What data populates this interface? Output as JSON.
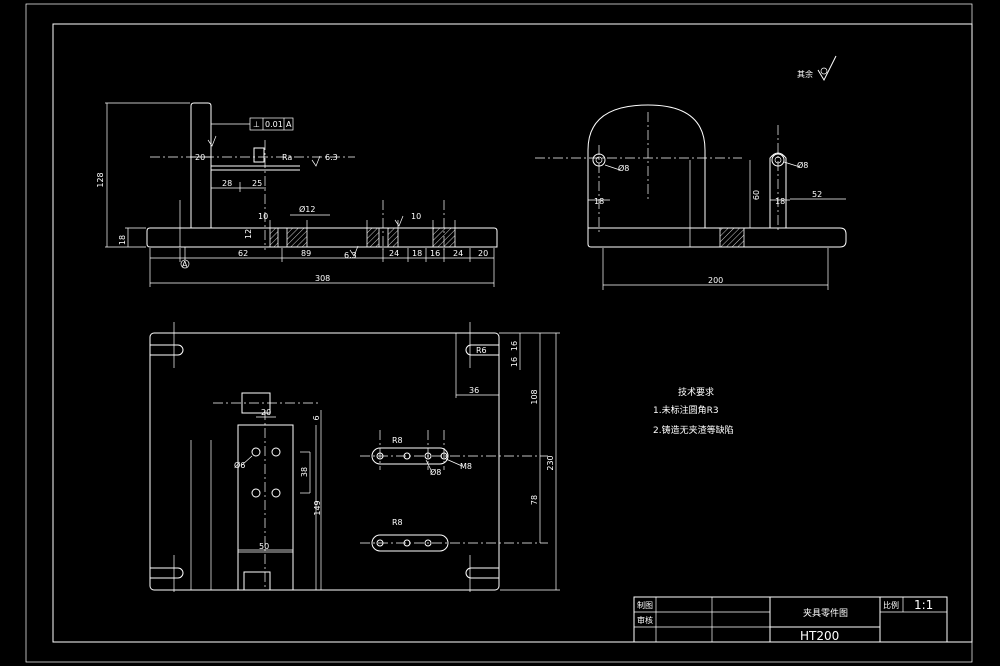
{
  "drawing": {
    "front_view": {
      "dims": {
        "overall_length": "308",
        "height": "128",
        "base_thickness": "18",
        "seg_62": "62",
        "seg_89": "89",
        "seg_24a": "24",
        "seg_18": "18",
        "seg_16": "16",
        "seg_24b": "24",
        "seg_20r": "20",
        "top_20": "20",
        "top_28": "28",
        "top_25": "25",
        "hole_12": "Ø12",
        "small_10": "10",
        "small_10b": "10",
        "rough_a": "Ra",
        "rough_b": "6.3"
      },
      "tolerance_frame": {
        "symbol": "⊥",
        "value": "0.01",
        "datum": "A"
      },
      "datum_label": "A",
      "rough_mark": "6.3"
    },
    "side_view": {
      "dims": {
        "width": "200",
        "height": "60",
        "offset_18a": "18",
        "offset_18b": "18",
        "right_52": "52",
        "hole_left": "Ø8",
        "hole_right": "Ø8"
      }
    },
    "top_view": {
      "dims": {
        "r6_corner": "R6",
        "d16a": "16",
        "d16b": "16",
        "d36": "36",
        "d108": "108",
        "d230": "230",
        "d78": "78",
        "d20": "20",
        "d6": "6",
        "d38": "38",
        "d149": "149",
        "d50": "50",
        "hole_6": "Ø6",
        "slot_r8a": "R8",
        "slot_r8b": "R8",
        "hole_8": "Ø8",
        "thread": "M8"
      }
    },
    "roughness_note": "其余",
    "tech_req": {
      "title": "技术要求",
      "items": [
        "1.未标注圆角R3",
        "2.铸造无夹渣等缺陷"
      ]
    },
    "title_block": {
      "part_name": "夹具零件图",
      "scale_label": "比例",
      "scale_value": "1:1",
      "material": "HT200",
      "drawn_label": "制图",
      "checked_label": "审核"
    }
  }
}
